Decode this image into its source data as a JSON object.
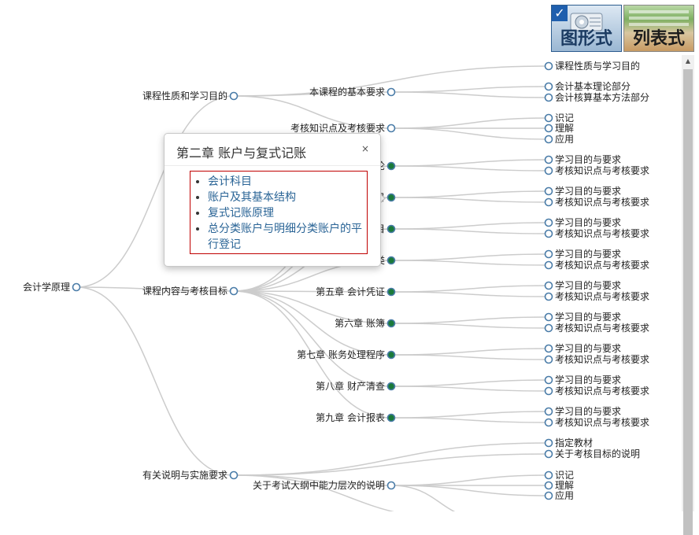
{
  "diagram": {
    "root": "会计学原理",
    "level1": [
      "课程性质和学习目的",
      "课程内容与考核目标",
      "有关说明与实施要求"
    ],
    "level2": {
      "nature": [
        "本课程的基本要求",
        "考核知识点及考核要求"
      ],
      "content": [
        "第五章  会计凭证",
        "第六章  账簿",
        "第七章  账务处理程序",
        "第八章  财产清查",
        "第九章  会计报表"
      ],
      "content_partial": [
        "论",
        "目",
        "目",
        "类"
      ],
      "notes": [
        "关于考试大纲中能力层次的说明"
      ]
    },
    "leaves": {
      "course_goal": "课程性质与学习目的",
      "basic_req": [
        "会计基本理论部分",
        "会计核算基本方法部分"
      ],
      "levels": [
        "识记",
        "理解",
        "应用"
      ],
      "chapter": [
        "学习目的与要求",
        "考核知识点与考核要求"
      ],
      "notes": [
        "指定教材",
        "关于考核目标的说明"
      ]
    }
  },
  "popup": {
    "title": "第二章 账户与复式记账",
    "close": "×",
    "items": [
      "会计科目",
      "账户及其基本结构",
      "复式记账原理",
      "总分类账户与明细分类账户的平行登记"
    ]
  },
  "view_switch": {
    "graph_label": "图形式",
    "list_label": "列表式"
  },
  "colors": {
    "link": "#cccccc",
    "node_stroke": "#4a7ca8",
    "collapsed_fill": "#1a7a3a",
    "popup_border": "#c00000",
    "link_text": "#2a6496"
  }
}
